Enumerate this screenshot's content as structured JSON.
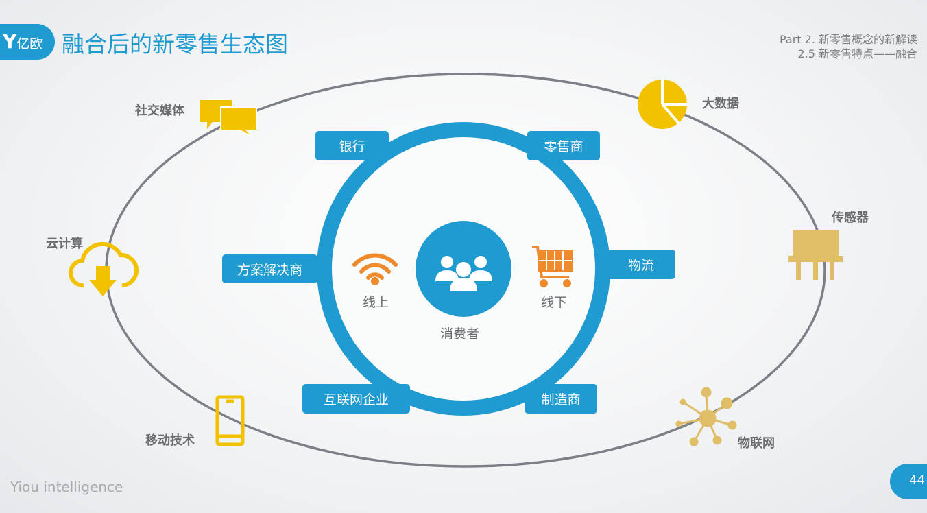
{
  "header": {
    "logo_text": "亿欧",
    "title": "融合后的新零售生态图",
    "part": "Part 2. 新零售概念的新解读",
    "section": "2.5 新零售特点——融合"
  },
  "center": {
    "label": "消费者",
    "online": "线上",
    "offline": "线下"
  },
  "ring_boxes": [
    "银行",
    "零售商",
    "方案解决商",
    "物流",
    "互联网企业",
    "制造商"
  ],
  "outer": {
    "social": "社交媒体",
    "bigdata": "大数据",
    "cloud": "云计算",
    "sensor": "传感器",
    "mobile": "移动技术",
    "iot": "物联网"
  },
  "footer": {
    "brand": "Yiou intelligence",
    "page": "44"
  },
  "colors": {
    "blue": "#1f9bd1",
    "yellow": "#f2c100",
    "orange": "#ef8a2d",
    "gray": "#7d7f87"
  }
}
